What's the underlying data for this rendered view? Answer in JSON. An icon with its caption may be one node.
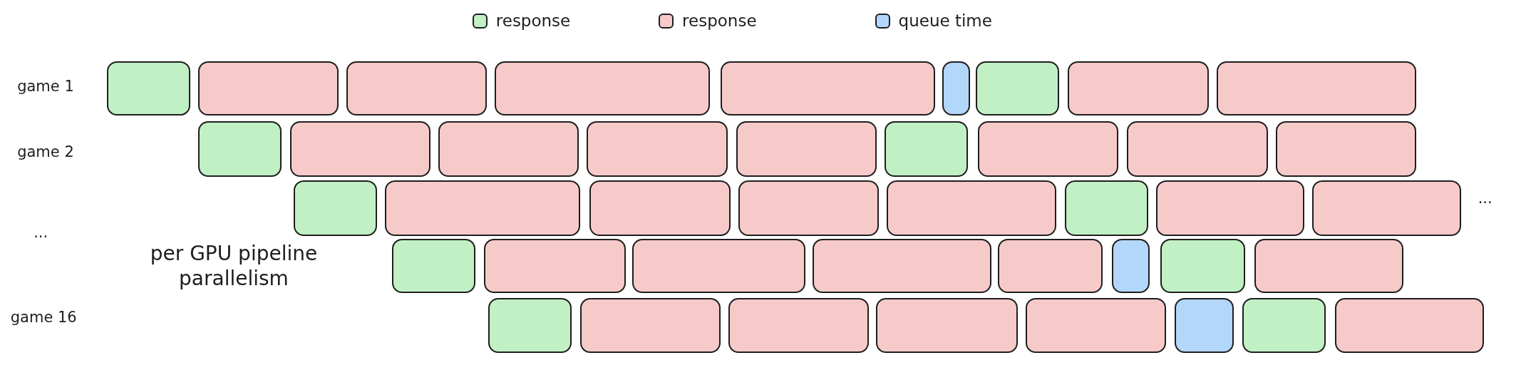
{
  "diagram": {
    "nodes": [
      {
        "text": [],
        "shape": "box"
      },
      {
        "text": [],
        "shape": "box"
      },
      {
        "text": [],
        "shape": "box"
      },
      {
        "text": [],
        "shape": "box"
      },
      {
        "text": [],
        "shape": "box"
      },
      {
        "text": [],
        "shape": "box"
      },
      {
        "text": [],
        "shape": "box"
      },
      {
        "text": [],
        "shape": "box"
      },
      {
        "text": [],
        "shape": "box"
      },
      {
        "text": [],
        "shape": "box"
      },
      {
        "text": [],
        "shape": "box"
      },
      {
        "text": [],
        "shape": "box"
      },
      {
        "text": [],
        "shape": "box"
      },
      {
        "text": [],
        "shape": "box"
      },
      {
        "text": [],
        "shape": "box"
      },
      {
        "text": [],
        "shape": "box"
      },
      {
        "text": [],
        "shape": "box"
      },
      {
        "text": [],
        "shape": "box"
      },
      {
        "text": [],
        "shape": "box"
      },
      {
        "text": [],
        "shape": "box"
      },
      {
        "text": [],
        "shape": "box"
      },
      {
        "text": [],
        "shape": "box"
      },
      {
        "text": [],
        "shape": "box"
      },
      {
        "text": [],
        "shape": "box"
      },
      {
        "text": [],
        "shape": "box"
      },
      {
        "text": [],
        "shape": "box"
      },
      {
        "text": [],
        "shape": "box"
      },
      {
        "text": [],
        "shape": "box"
      },
      {
        "text": [],
        "shape": "box"
      },
      {
        "text": [],
        "shape": "box"
      },
      {
        "text": [],
        "shape": "box"
      },
      {
        "text": [],
        "shape": "box"
      },
      {
        "text": [],
        "shape": "box"
      },
      {
        "text": [],
        "shape": "box"
      },
      {
        "text": [],
        "shape": "box"
      },
      {
        "text": [],
        "shape": "box"
      },
      {
        "text": [],
        "shape": "box"
      },
      {
        "text": [],
        "shape": "box"
      },
      {
        "text": [],
        "shape": "box"
      },
      {
        "text": [],
        "shape": "box"
      },
      {
        "text": [],
        "shape": "box"
      },
      {
        "text": [],
        "shape": "box"
      }
    ],
    "labels": [
      "game 1",
      "game 2",
      "...",
      "...",
      "per GPU pipeline parallelism",
      "game 16"
    ],
    "legend": [
      {
        "text": "response",
        "color": "#c1f0c5"
      },
      {
        "text": "response",
        "color": "#f7caca"
      },
      {
        "text": "queue time",
        "color": "#b3d6fb"
      }
    ]
  }
}
